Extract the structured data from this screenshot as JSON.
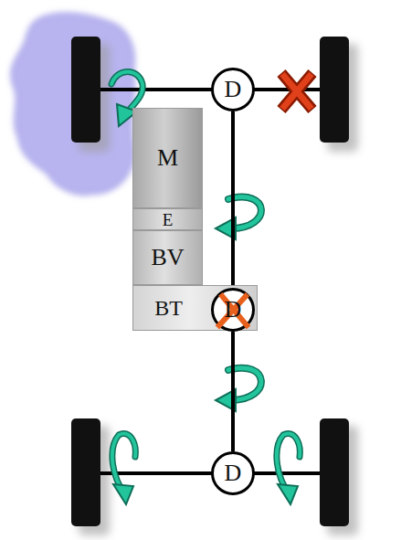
{
  "diagram": {
    "nodes": [
      {
        "text": [
          "D"
        ]
      },
      {
        "text": [
          "M"
        ]
      },
      {
        "text": [
          "E"
        ]
      },
      {
        "text": [
          "BV"
        ]
      },
      {
        "text": [
          "BT"
        ]
      },
      {
        "text": [
          "D"
        ]
      },
      {
        "text": [
          "D"
        ]
      }
    ],
    "edges": [
      {
        "from": 0,
        "to": 5,
        "arrow": "none"
      },
      {
        "from": 5,
        "to": 6,
        "arrow": "none"
      }
    ]
  }
}
